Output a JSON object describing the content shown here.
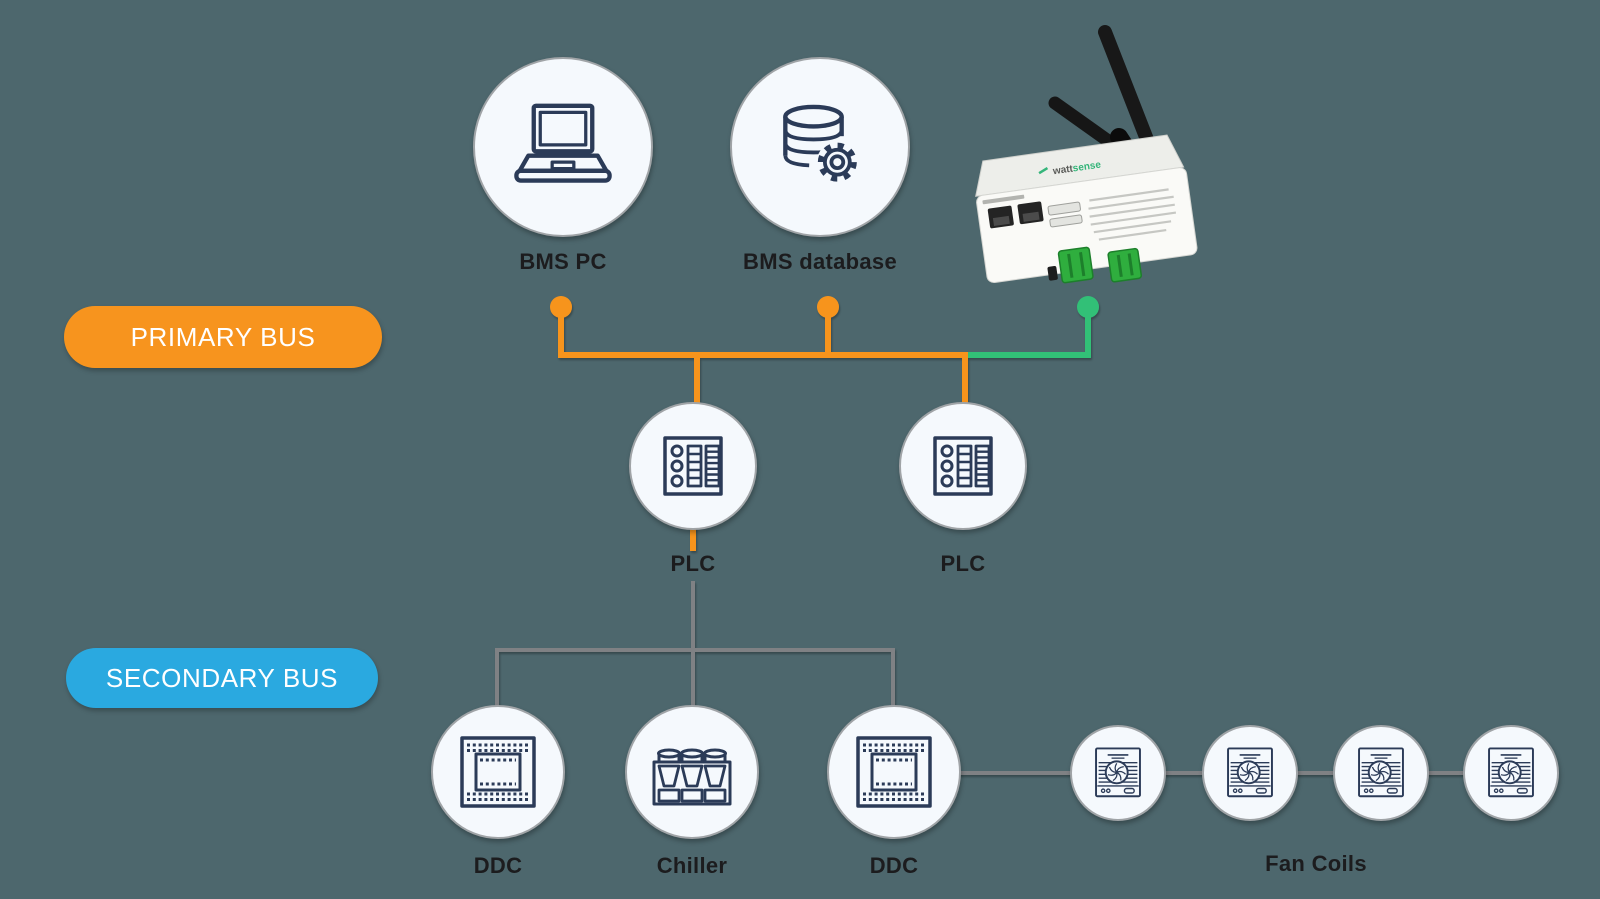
{
  "colors": {
    "background": "#4d676d",
    "primary": "#f7941e",
    "secondary": "#2aa9e0",
    "green": "#31c077",
    "gray_line": "#7f8184",
    "node_fill": "#f5f9fd",
    "node_border": "#a0a4a7",
    "icon_stroke": "#2b3b58",
    "label_text": "#1c1c1e",
    "pill_text": "#ffffff"
  },
  "buses": {
    "primary": {
      "label": "PRIMARY BUS"
    },
    "secondary": {
      "label": "SECONDARY BUS"
    }
  },
  "nodes": {
    "bms_pc": {
      "label": "BMS PC",
      "icon": "laptop-icon"
    },
    "bms_database": {
      "label": "BMS database",
      "icon": "database-gear-icon"
    },
    "plc_left": {
      "label": "PLC",
      "icon": "plc-icon"
    },
    "plc_right": {
      "label": "PLC",
      "icon": "plc-icon"
    },
    "ddc_left": {
      "label": "DDC",
      "icon": "chip-icon"
    },
    "chiller": {
      "label": "Chiller",
      "icon": "chiller-icon"
    },
    "ddc_right": {
      "label": "DDC",
      "icon": "chip-icon"
    },
    "fan_coils": {
      "label": "Fan Coils",
      "icon": "fan-coil-icon",
      "unit_count": 4
    }
  },
  "device": {
    "name": "wireless-gateway",
    "brand_prefix": "watt",
    "brand_suffix": "sense"
  }
}
